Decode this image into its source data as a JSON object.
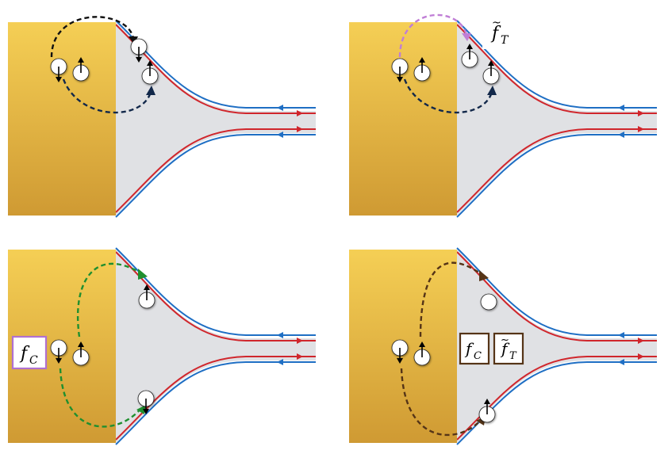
{
  "colors": {
    "gold_top": "#f5cf55",
    "gold_bottom": "#cf9a33",
    "channel_fill": "#e0e1e4",
    "edge_blue": "#1f6fc4",
    "edge_red": "#d0262c",
    "path_black": "#111111",
    "path_navy": "#12284a",
    "path_purple": "#c07ed6",
    "path_green": "#1f8f2f",
    "path_brown": "#553417",
    "box_purple": "#b070d0",
    "box_green": "#1f8f2f",
    "box_brown": "#553417"
  },
  "panels": [
    {
      "id": "top-left",
      "labels": []
    },
    {
      "id": "top-right",
      "labels": [
        {
          "main": "f",
          "sub": "T",
          "tilde": true,
          "color_key": "box_purple"
        }
      ]
    },
    {
      "id": "bottom-left",
      "labels": [
        {
          "main": "f",
          "sub": "C",
          "tilde": false,
          "color_key": "box_green"
        }
      ]
    },
    {
      "id": "bottom-right",
      "labels": [
        {
          "main": "f",
          "sub": "C",
          "tilde": false,
          "color_key": "box_brown"
        },
        {
          "main": "f",
          "sub": "T",
          "tilde": true,
          "color_key": "box_brown"
        }
      ]
    }
  ]
}
